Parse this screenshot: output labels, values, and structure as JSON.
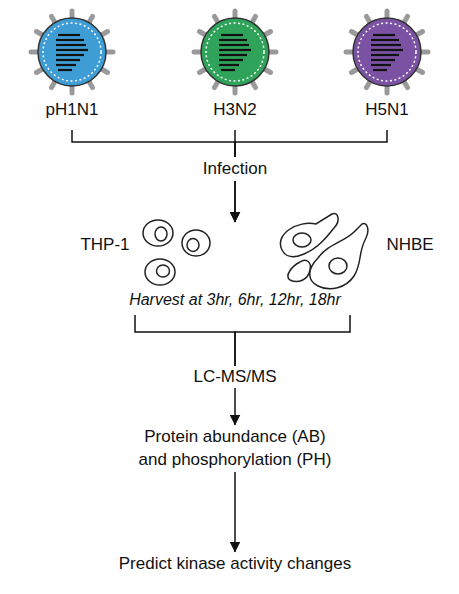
{
  "diagram": {
    "nodes": [
      {
        "text": [
          "pH1N1"
        ]
      },
      {
        "text": [
          "H3N2"
        ]
      },
      {
        "text": [
          "H5N1"
        ]
      },
      {
        "text": [
          "Infection"
        ]
      },
      {
        "text": [
          "THP-1"
        ]
      },
      {
        "text": [
          "NHBE"
        ]
      },
      {
        "text": [
          "LC-MS/MS"
        ]
      },
      {
        "text": [
          "Protein abundance (AB) and phosphorylation (PH)"
        ]
      },
      {
        "text": [
          "Predict kinase activity changes"
        ]
      }
    ],
    "edges": [
      {
        "from": 0,
        "to": 3,
        "arrow": "none"
      },
      {
        "from": 1,
        "to": 3,
        "arrow": "none"
      },
      {
        "from": 2,
        "to": 3,
        "arrow": "none"
      },
      {
        "from": 3,
        "to": 4,
        "arrow": "to"
      },
      {
        "from": 3,
        "to": 5,
        "arrow": "to"
      },
      {
        "from": 4,
        "to": 6,
        "arrow": "none"
      },
      {
        "from": 5,
        "to": 6,
        "arrow": "none"
      },
      {
        "from": 6,
        "to": 7,
        "arrow": "to"
      },
      {
        "from": 7,
        "to": 8,
        "arrow": "to"
      }
    ],
    "labels": [
      "Harvest at 3hr, 6hr, 12hr, 18hr"
    ]
  }
}
